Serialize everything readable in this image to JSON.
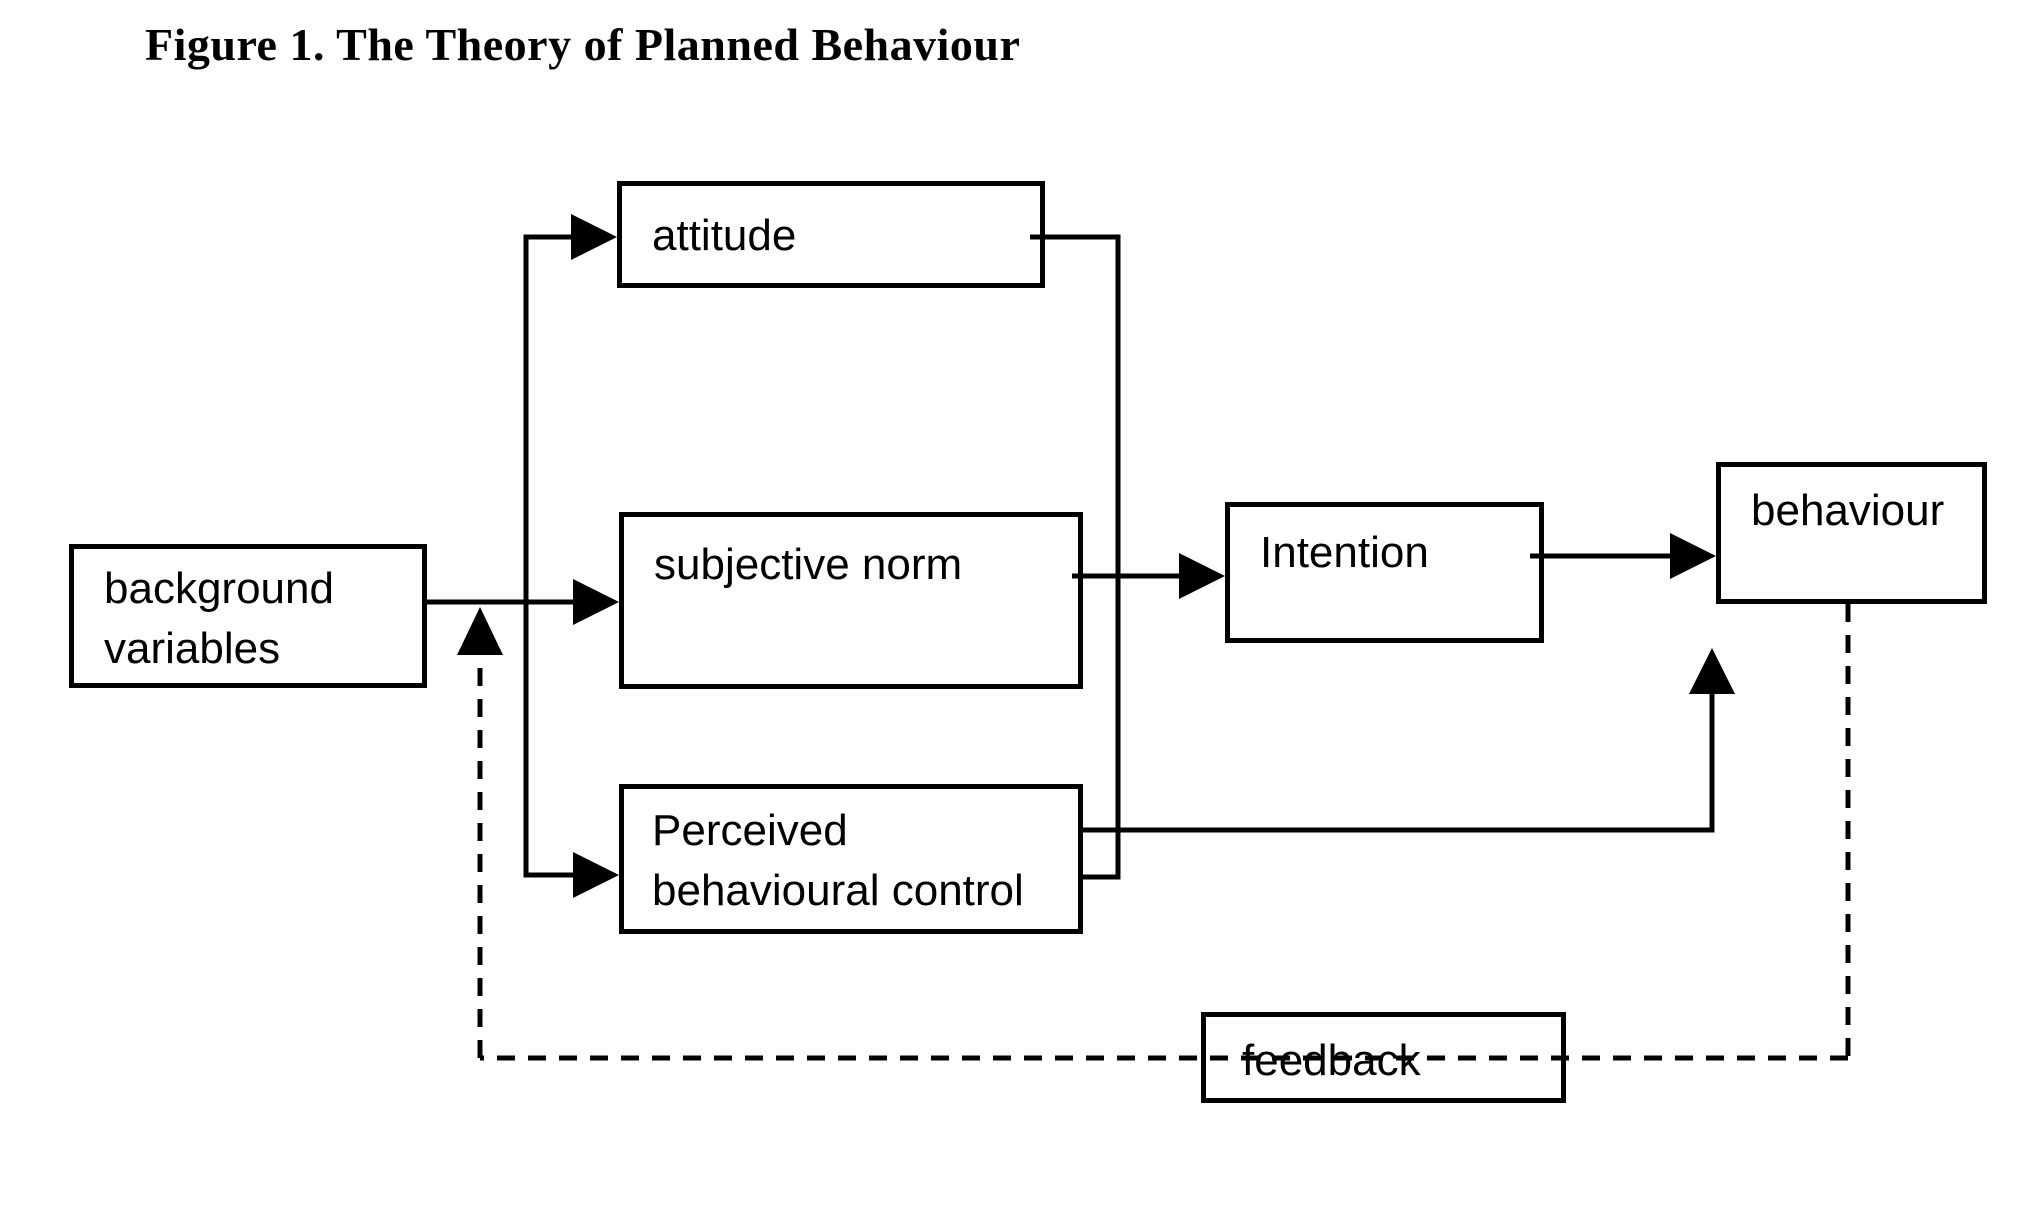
{
  "figure": {
    "title": "Figure 1. The Theory of Planned Behaviour"
  },
  "nodes": {
    "background_variables": {
      "lines": [
        "background",
        "variables"
      ]
    },
    "attitude": {
      "label": "attitude"
    },
    "subjective_norm": {
      "label": "subjective norm"
    },
    "perceived_behavioural_control": {
      "lines": [
        "Perceived",
        "behavioural control"
      ]
    },
    "intention": {
      "label": "Intention"
    },
    "behaviour": {
      "label": "behaviour"
    },
    "feedback": {
      "label": "feedback"
    }
  },
  "edges": [
    {
      "from": "background_variables",
      "to": "attitude",
      "style": "solid-arrow"
    },
    {
      "from": "background_variables",
      "to": "subjective_norm",
      "style": "solid-arrow"
    },
    {
      "from": "background_variables",
      "to": "perceived_behavioural_control",
      "style": "solid-arrow"
    },
    {
      "from": "attitude",
      "to": "intention",
      "style": "solid-collector"
    },
    {
      "from": "subjective_norm",
      "to": "intention",
      "style": "solid-arrow"
    },
    {
      "from": "perceived_behavioural_control",
      "to": "intention",
      "style": "solid-collector"
    },
    {
      "from": "intention",
      "to": "behaviour",
      "style": "solid-arrow"
    },
    {
      "from": "perceived_behavioural_control",
      "to": "behaviour",
      "style": "solid-arrow-up"
    },
    {
      "from": "behaviour",
      "to": "background_variables",
      "style": "dashed-feedback-loop",
      "label": "feedback"
    }
  ],
  "colors": {
    "ink": "#000000",
    "background": "#ffffff"
  }
}
